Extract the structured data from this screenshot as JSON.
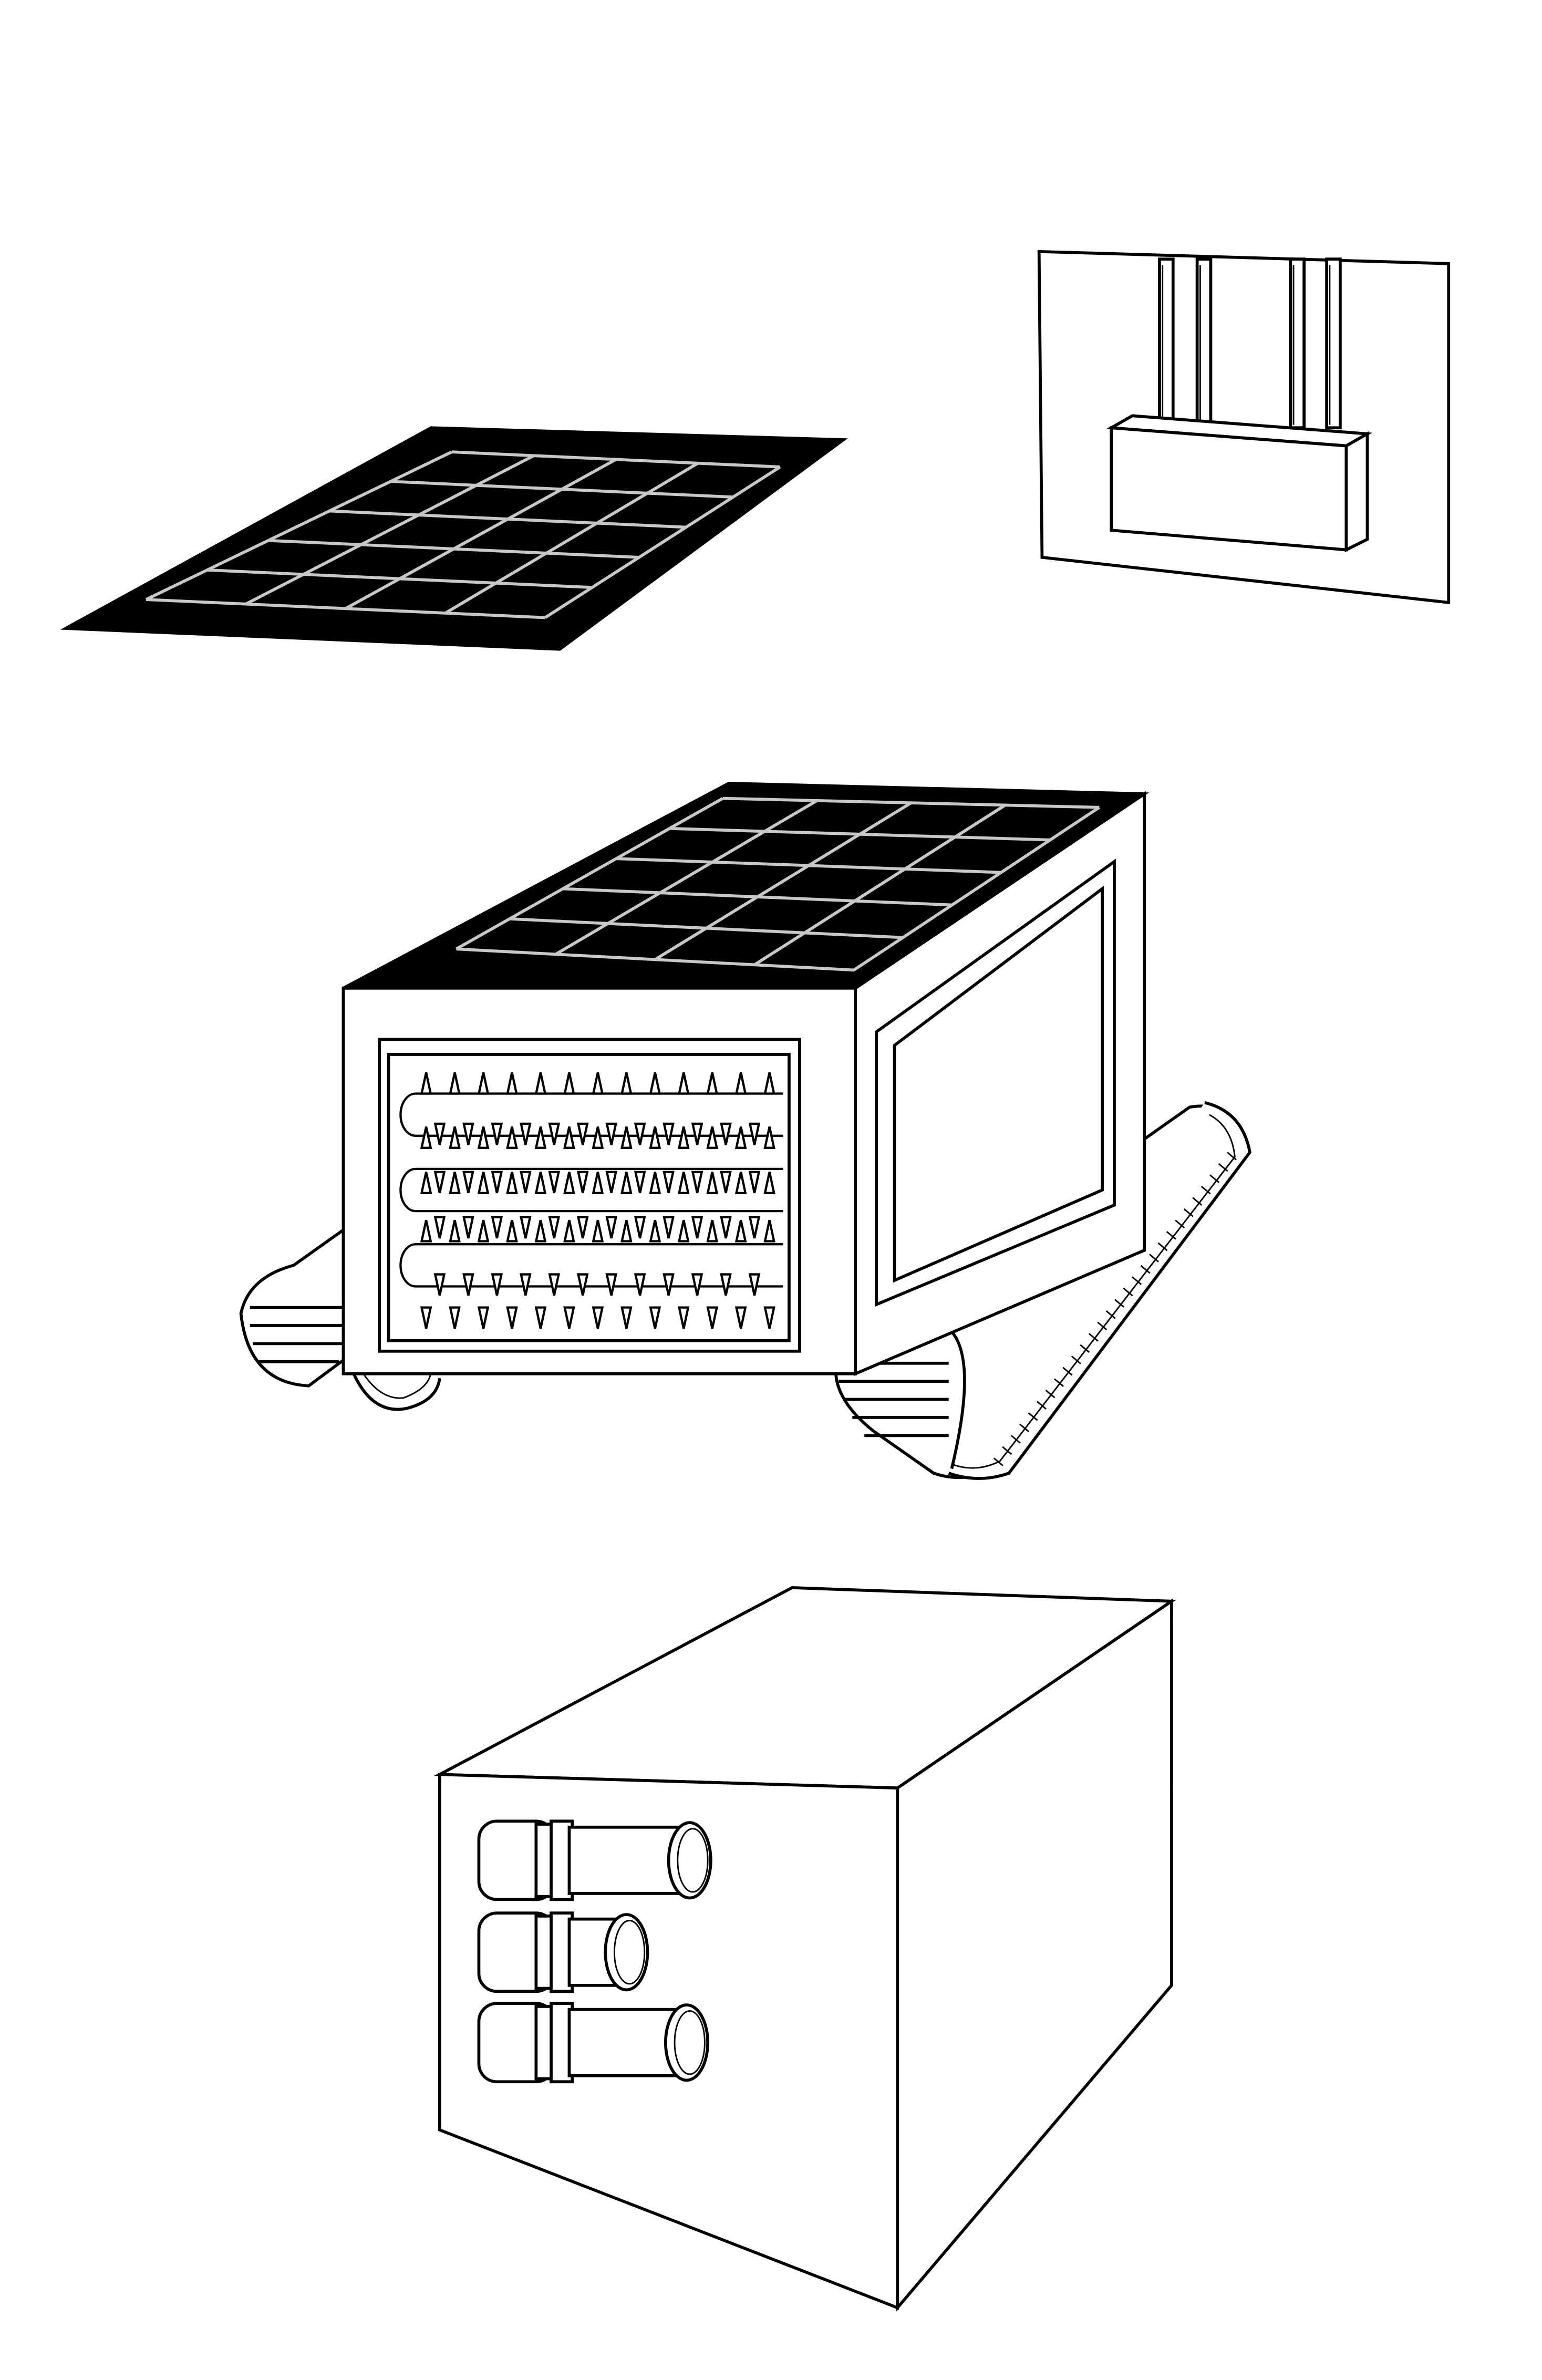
{
  "figure": {
    "background": "#ffffff",
    "stroke_color": "#000000",
    "panel_fill": "#000000",
    "grid_line_color": "#c8c8c8",
    "components": [
      {
        "id": "solar-panel",
        "kind": "solar panel",
        "grid_rows": 5,
        "grid_cols": 4
      },
      {
        "id": "sensor-module",
        "kind": "probe block with four rods mounted on plate",
        "rods": 4
      },
      {
        "id": "tracked-vehicle",
        "kind": "tracked robot with solar roof and spiked roller brush",
        "roof_grid_rows": 5,
        "roof_grid_cols": 4,
        "brush_rollers": 3,
        "tracks": 2
      },
      {
        "id": "battery-box",
        "kind": "enclosure with three cylindrical cells",
        "cells": 3
      }
    ]
  }
}
